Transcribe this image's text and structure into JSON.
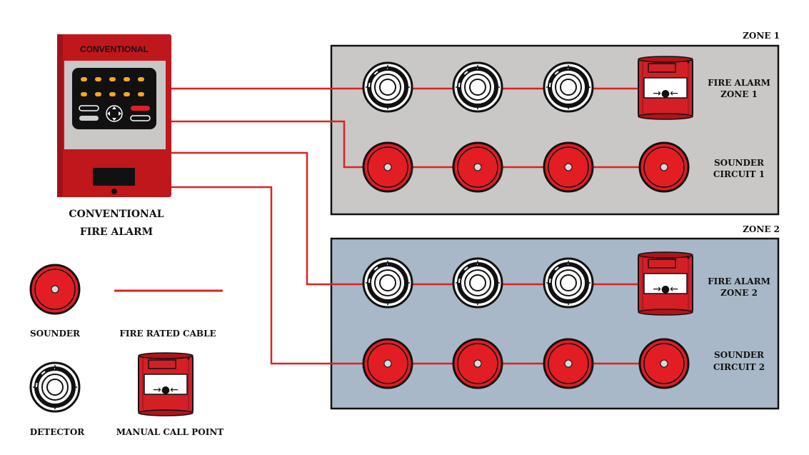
{
  "panel": {
    "screen_title": "CONVENTIONAL",
    "caption_line1": "CONVENTIONAL",
    "caption_line2": "FIRE ALARM"
  },
  "zones": [
    {
      "title": "ZONE 1",
      "detector_label_line1": "FIRE ALARM",
      "detector_label_line2": "ZONE 1",
      "sounder_label_line1": "SOUNDER",
      "sounder_label_line2": "CIRCUIT 1",
      "fill_color": "#c9c8c6"
    },
    {
      "title": "ZONE 2",
      "detector_label_line1": "FIRE ALARM",
      "detector_label_line2": "ZONE 2",
      "sounder_label_line1": "SOUNDER",
      "sounder_label_line2": "CIRCUIT 2",
      "fill_color": "#a9b8c8"
    }
  ],
  "legend": {
    "sounder_label": "SOUNDER",
    "cable_label": "FIRE RATED CABLE",
    "detector_label": "DETECTOR",
    "call_point_label": "MANUAL CALL POINT"
  },
  "call_point": {
    "glyph": "→●←"
  },
  "colors": {
    "cable": "#dd2222",
    "sounder": "#e21d24",
    "panel": "#c0171d",
    "zone_border": "#111111",
    "led": "#f5a623"
  },
  "icons": [
    "sounder-icon",
    "detector-icon",
    "manual-call-point-icon",
    "fire-alarm-panel-icon"
  ]
}
